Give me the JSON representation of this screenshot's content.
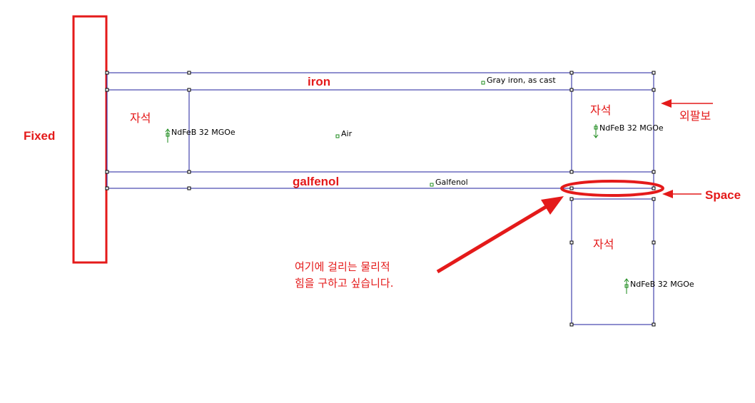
{
  "annotations": {
    "fixed": "Fixed",
    "iron": "iron",
    "galfenol": "galfenol",
    "space": "Space",
    "outer_beam": "외팔보",
    "magnet_left": "자석",
    "magnet_right": "자석",
    "magnet_bottom": "자석",
    "question_line1": "여기에 걸리는 물리적",
    "question_line2": "힘을 구하고 싶습니다."
  },
  "materials": {
    "gray_iron": "Gray iron, as cast",
    "air": "Air",
    "galfenol": "Galfenol",
    "magnet_left": "NdFeB 32 MGOe",
    "magnet_right": "NdFeB 32 MGOe",
    "magnet_bottom": "NdFeB 32 MGOe"
  },
  "colors": {
    "geometry": "#1f1f9e",
    "annotation": "#e41a1a",
    "magnetization": "#1a8a1a",
    "node": "#000000"
  }
}
